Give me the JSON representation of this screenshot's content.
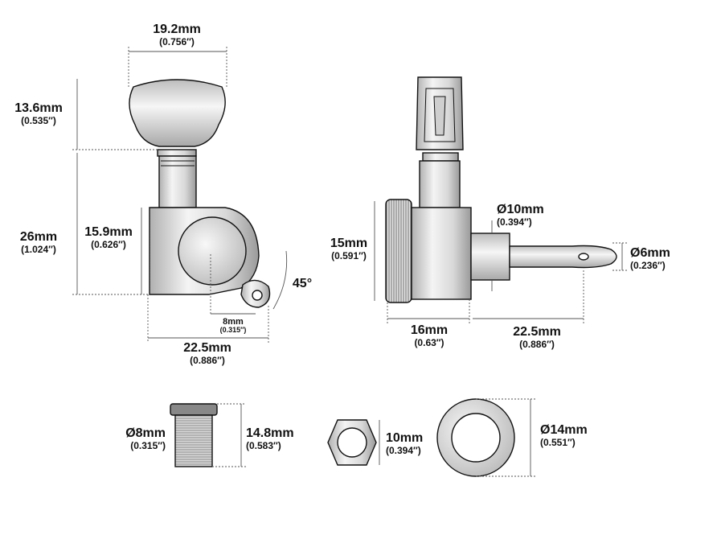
{
  "dims": {
    "button_width": {
      "mm": "19.2mm",
      "in": "(0.756″)"
    },
    "button_height": {
      "mm": "13.6mm",
      "in": "(0.535″)"
    },
    "total_height": {
      "mm": "26mm",
      "in": "(1.024″)"
    },
    "housing_height": {
      "mm": "15.9mm",
      "in": "(0.626″)"
    },
    "hole_offset": {
      "mm": "8mm",
      "in": "(0.315″)"
    },
    "total_width": {
      "mm": "22.5mm",
      "in": "(0.886″)"
    },
    "angle": "45°",
    "post_diameter": {
      "mm": "Ø10mm",
      "in": "(0.394″)"
    },
    "housing_side_height": {
      "mm": "15mm",
      "in": "(0.591″)"
    },
    "string_post": {
      "mm": "Ø6mm",
      "in": "(0.236″)"
    },
    "housing_depth": {
      "mm": "16mm",
      "in": "(0.63″)"
    },
    "post_length": {
      "mm": "22.5mm",
      "in": "(0.886″)"
    },
    "bushing_diameter": {
      "mm": "Ø8mm",
      "in": "(0.315″)"
    },
    "bushing_height": {
      "mm": "14.8mm",
      "in": "(0.583″)"
    },
    "nut_size": {
      "mm": "10mm",
      "in": "(0.394″)"
    },
    "washer_diameter": {
      "mm": "Ø14mm",
      "in": "(0.551″)"
    }
  },
  "colors": {
    "line": "#111111",
    "fill_dark": "#cfcfcf",
    "fill_light": "#ececec",
    "dim": "#555555"
  }
}
